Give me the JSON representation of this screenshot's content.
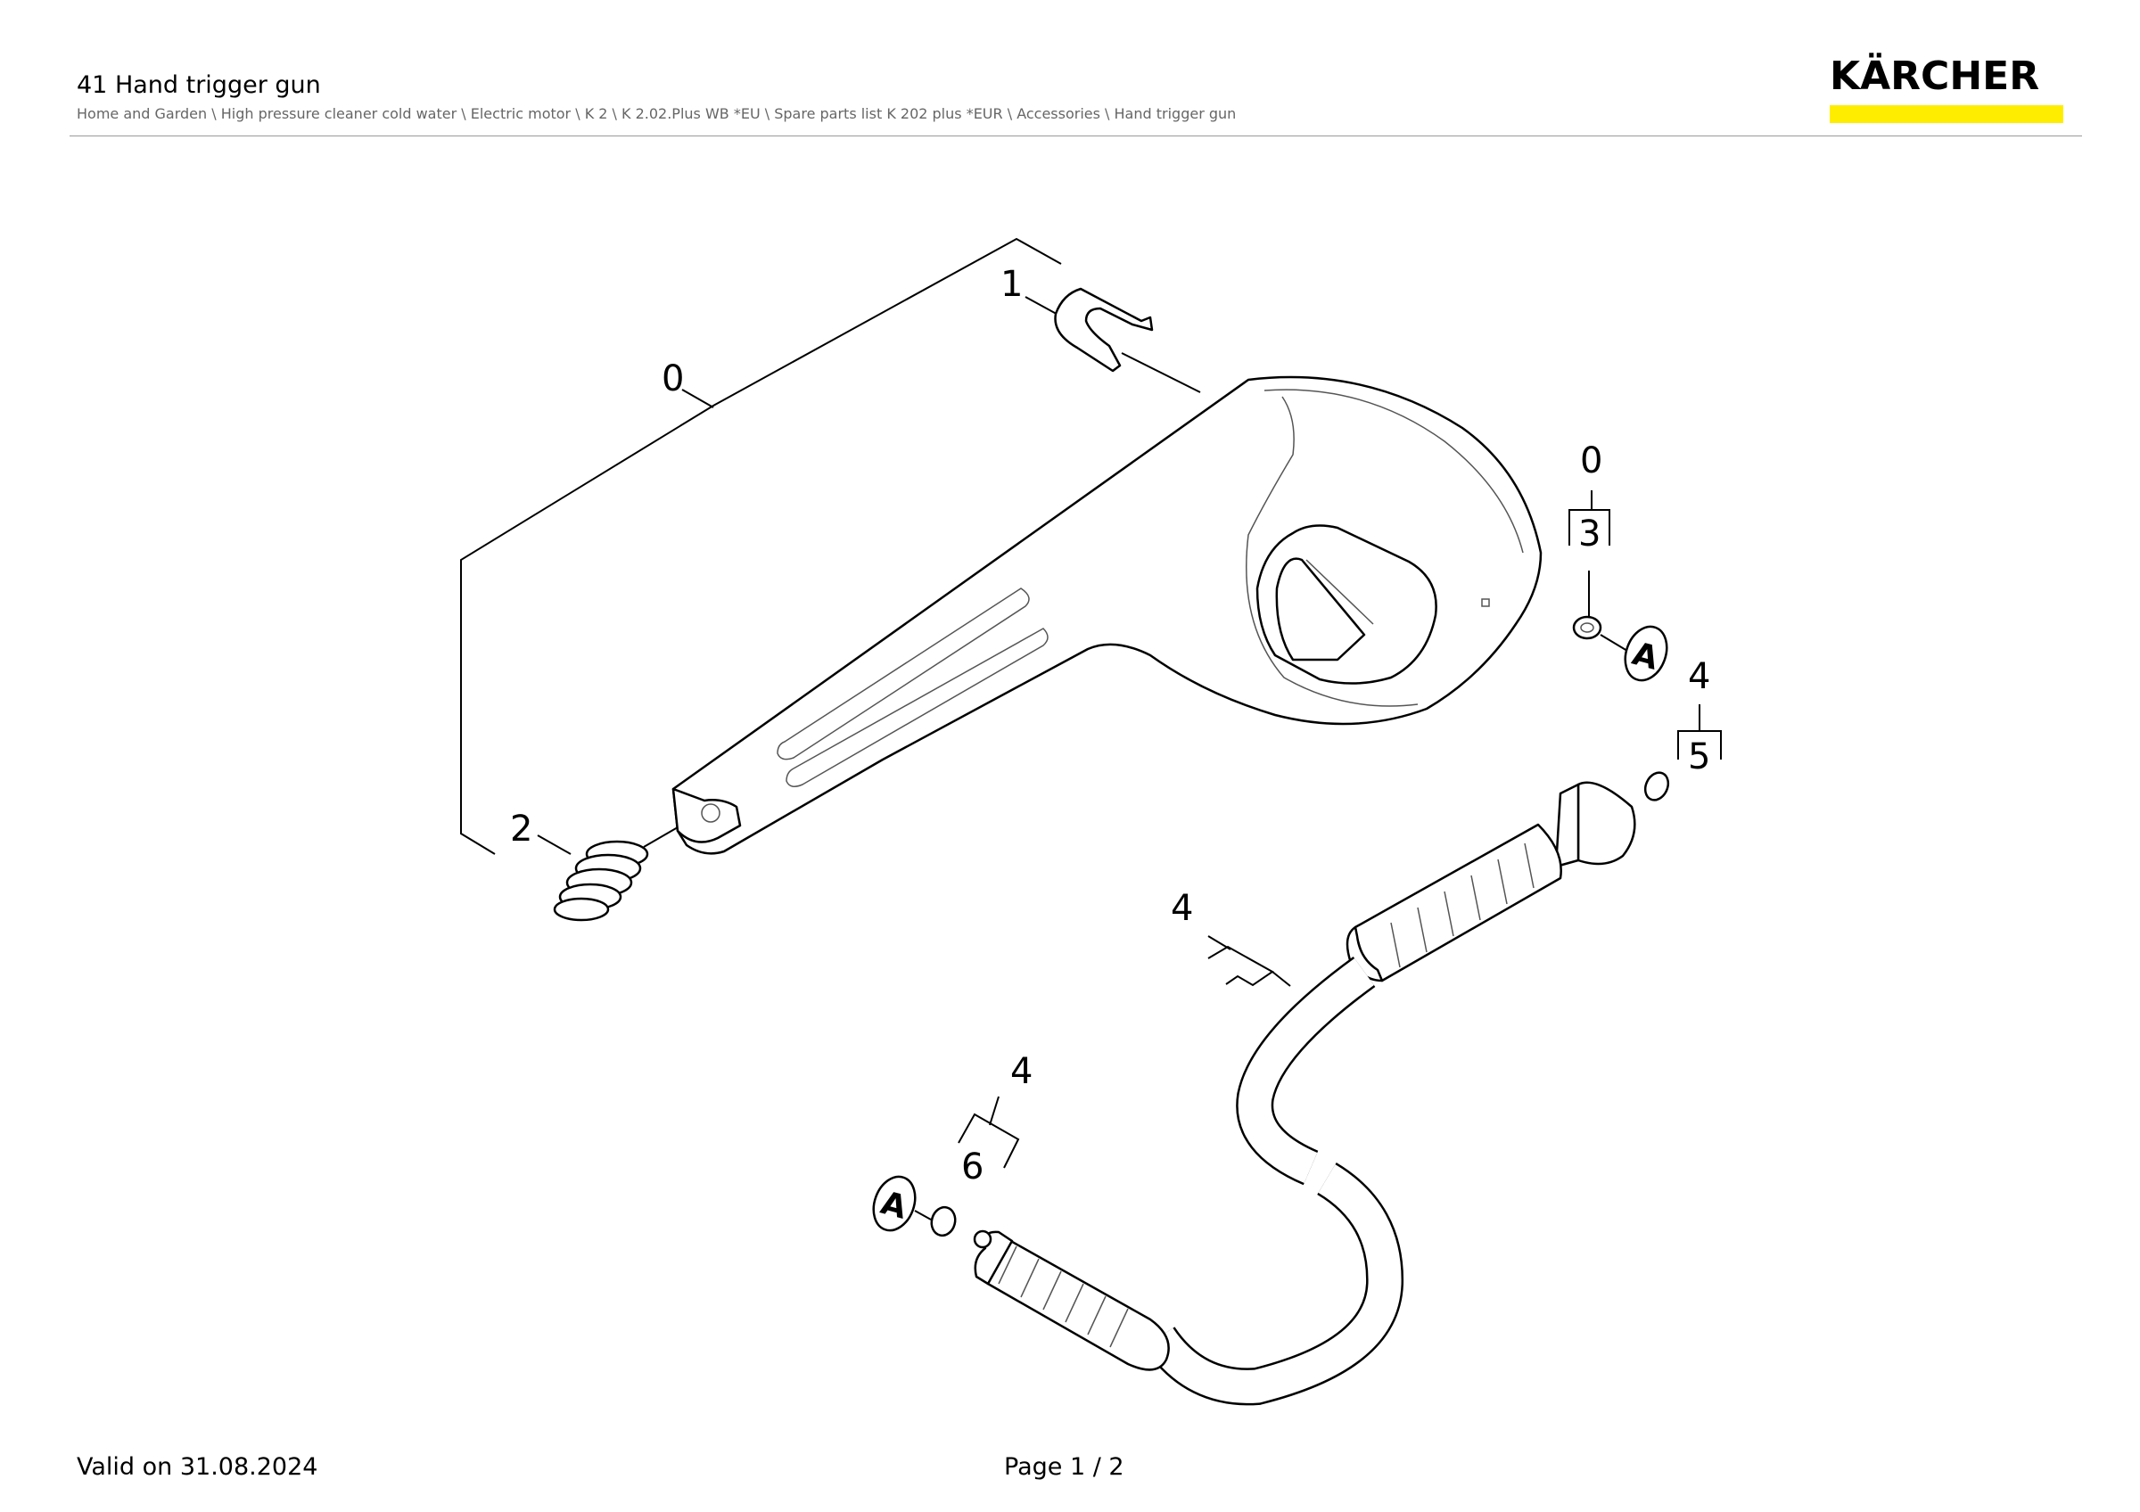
{
  "header": {
    "title": "41 Hand trigger gun",
    "breadcrumb": "Home and Garden \\ High pressure cleaner cold water \\ Electric motor \\ K 2 \\ K 2.02.Plus WB *EU \\ Spare parts list K 202 plus *EUR \\ Accessories \\ Hand trigger gun"
  },
  "logo": {
    "text": "KÄRCHER",
    "bar_color": "#ffed00"
  },
  "diagram": {
    "callouts": {
      "gun_assembly": "0",
      "clip": "1",
      "spring": "2",
      "kit_group": "0",
      "o_ring_a": "3",
      "hose_kit_top": "4",
      "o_ring_b": "5",
      "hose": "4",
      "hose_kit_bottom": "4",
      "o_ring_c": "6"
    },
    "markers": {
      "marker_a": "A"
    }
  },
  "footer": {
    "valid": "Valid on 31.08.2024",
    "page": "Page 1 / 2"
  }
}
